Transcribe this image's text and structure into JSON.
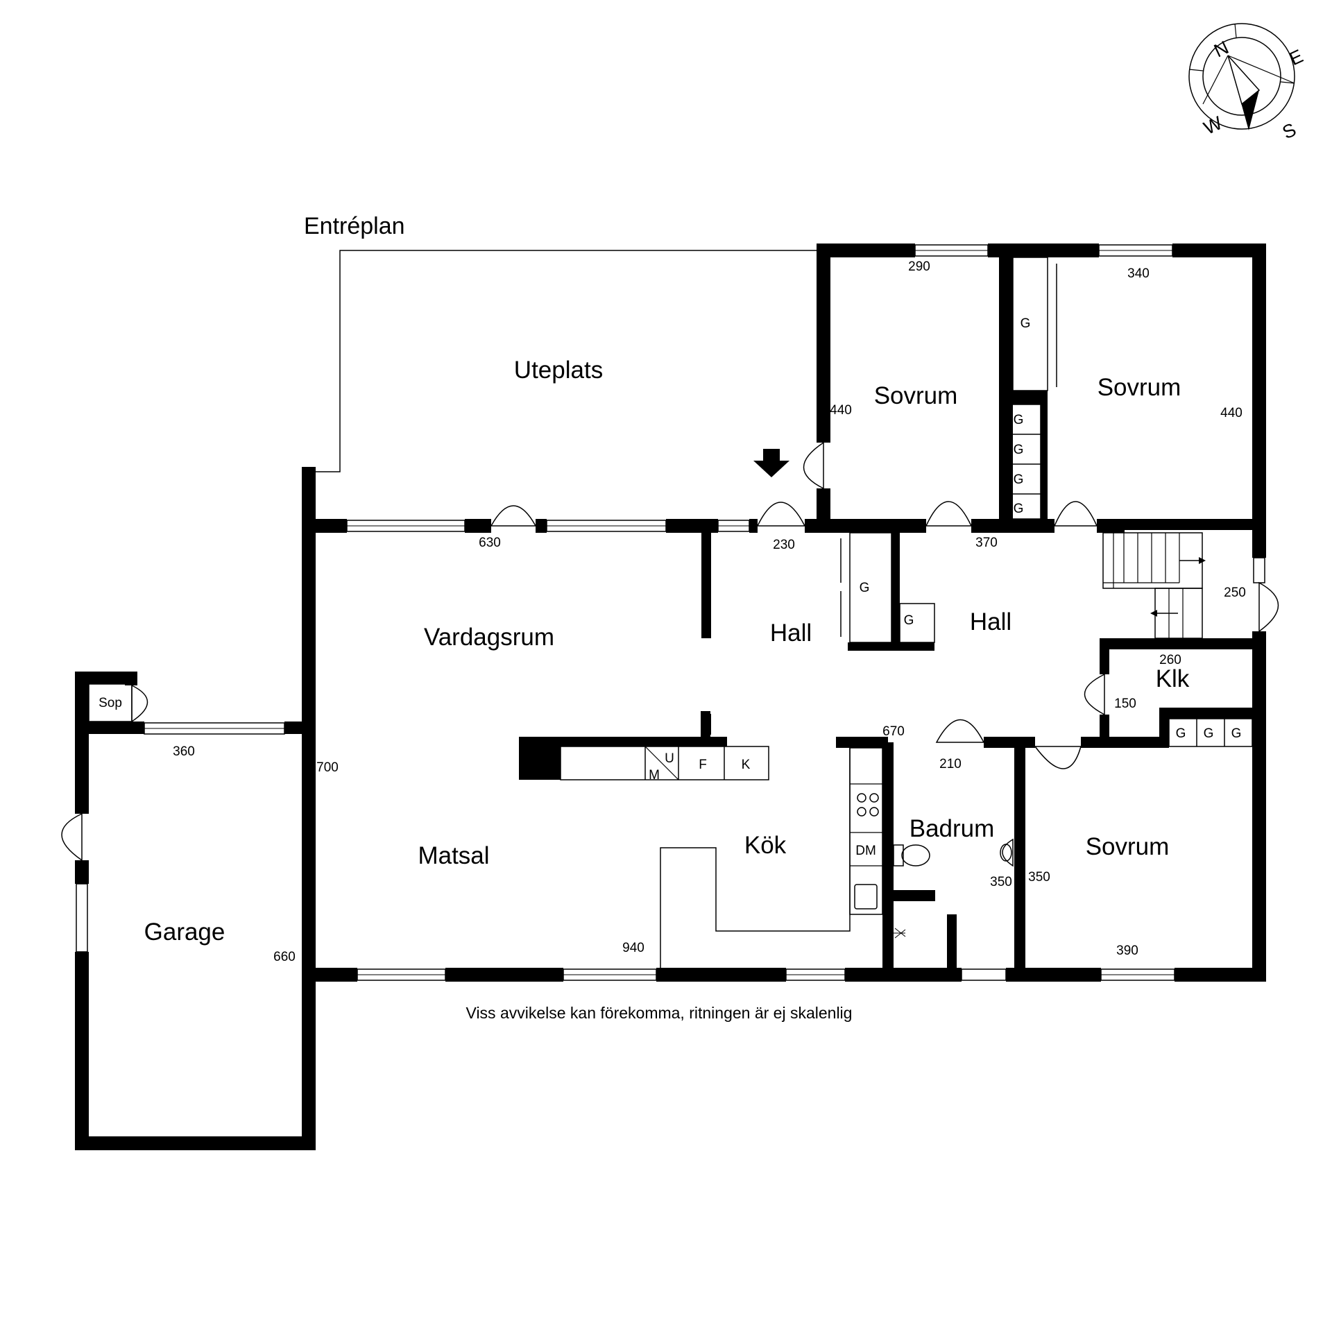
{
  "title": "Entréplan",
  "note": "Viss avvikelse kan förekomma, ritningen är ej skalenlig",
  "compass": {
    "n": "N",
    "e": "E",
    "s": "S",
    "w": "W"
  },
  "rooms": {
    "uteplats": "Uteplats",
    "sovrum_nw": "Sovrum",
    "sovrum_ne": "Sovrum",
    "vardagsrum": "Vardagsrum",
    "hall_w": "Hall",
    "hall_e": "Hall",
    "klk": "Klk",
    "matsal": "Matsal",
    "kok": "Kök",
    "badrum": "Badrum",
    "sovrum_se": "Sovrum",
    "garage": "Garage",
    "sop": "Sop"
  },
  "dimensions": {
    "d290": "290",
    "d340": "340",
    "d440a": "440",
    "d440b": "440",
    "d630": "630",
    "d230": "230",
    "d370": "370",
    "d250": "250",
    "d260": "260",
    "d150": "150",
    "d670": "670",
    "d210": "210",
    "d700": "700",
    "d360": "360",
    "d660": "660",
    "d940": "940",
    "d350a": "350",
    "d350b": "350",
    "d390": "390"
  },
  "fixtures": {
    "g": "G",
    "m": "M",
    "u": "U",
    "f": "F",
    "k": "K",
    "dm": "DM"
  }
}
